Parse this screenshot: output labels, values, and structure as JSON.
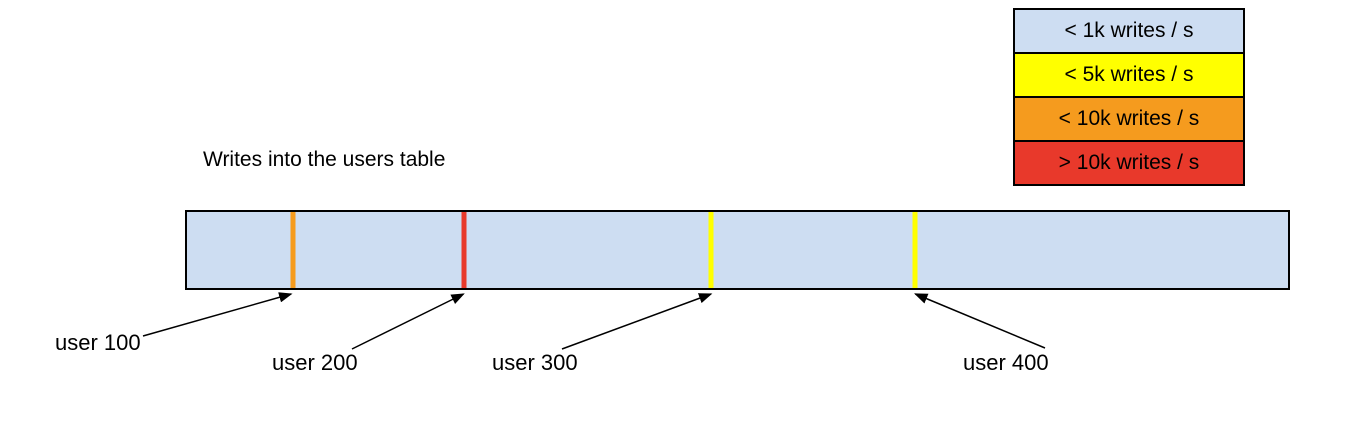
{
  "title": "Writes into the users table",
  "legend": {
    "items": [
      {
        "label": "< 1k writes / s",
        "color": "#cdddf2"
      },
      {
        "label": "< 5k writes / s",
        "color": "#ffff00"
      },
      {
        "label": "< 10k writes / s",
        "color": "#f59b1e"
      },
      {
        "label": "> 10k writes / s",
        "color": "#e8392b"
      }
    ]
  },
  "bar": {
    "fill": "#cdddf2",
    "border": "#000000"
  },
  "markers": [
    {
      "label": "user 100",
      "color": "#f59b1e",
      "position_frac": 0.096
    },
    {
      "label": "user 200",
      "color": "#e8392b",
      "position_frac": 0.252
    },
    {
      "label": "user 300",
      "color": "#ffff00",
      "position_frac": 0.476
    },
    {
      "label": "user 400",
      "color": "#ffff00",
      "position_frac": 0.661
    }
  ],
  "arrow_color": "#000000"
}
